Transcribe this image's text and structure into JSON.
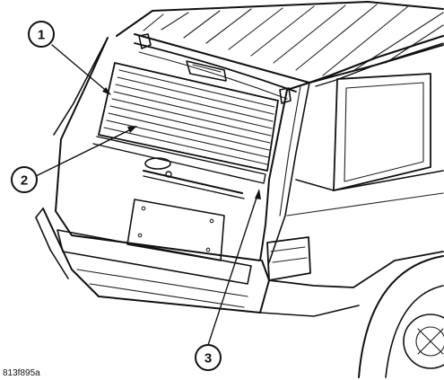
{
  "figure_id": "813f895a",
  "callouts": [
    {
      "number": "1"
    },
    {
      "number": "2"
    },
    {
      "number": "3"
    }
  ]
}
